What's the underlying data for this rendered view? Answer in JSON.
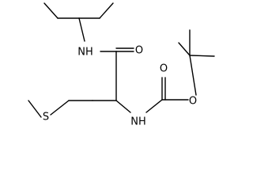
{
  "molecule": {
    "atom_labels": {
      "amide_nh": "NH",
      "carbamate_nh": "NH",
      "amide_o": "O",
      "ester_o": "O",
      "carbonyl_o": "O",
      "sulfur": "S"
    }
  },
  "colors": {
    "bond": "#000000",
    "label": "#000000",
    "background": "#ffffff"
  }
}
